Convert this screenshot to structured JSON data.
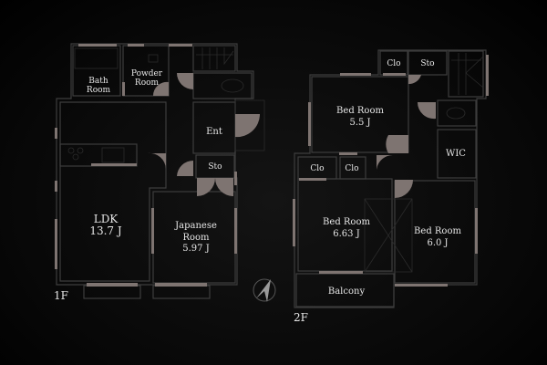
{
  "floors": [
    {
      "label": "1F",
      "rooms": [
        {
          "name": "Bath",
          "name2": "Room"
        },
        {
          "name": "Powder",
          "name2": "Room"
        },
        {
          "name": "Ent"
        },
        {
          "name": "Sto"
        },
        {
          "name": "LDK",
          "size": "13.7 J"
        },
        {
          "name": "Japanese",
          "name2": "Room",
          "size": "5.97 J"
        }
      ]
    },
    {
      "label": "2F",
      "rooms": [
        {
          "name": "Clo"
        },
        {
          "name": "Sto"
        },
        {
          "name": "Bed Room",
          "size": "5.5 J"
        },
        {
          "name": "Clo"
        },
        {
          "name": "Clo"
        },
        {
          "name": "WIC"
        },
        {
          "name": "Bed Room",
          "size": "6.63 J"
        },
        {
          "name": "Bed Room",
          "size": "6.0 J"
        },
        {
          "name": "Balcony"
        }
      ]
    }
  ],
  "icons": {
    "compass": "north-arrow-icon"
  },
  "colors": {
    "accent": "#7e7471",
    "wall": "#3d3d3d",
    "background": "#000000"
  }
}
